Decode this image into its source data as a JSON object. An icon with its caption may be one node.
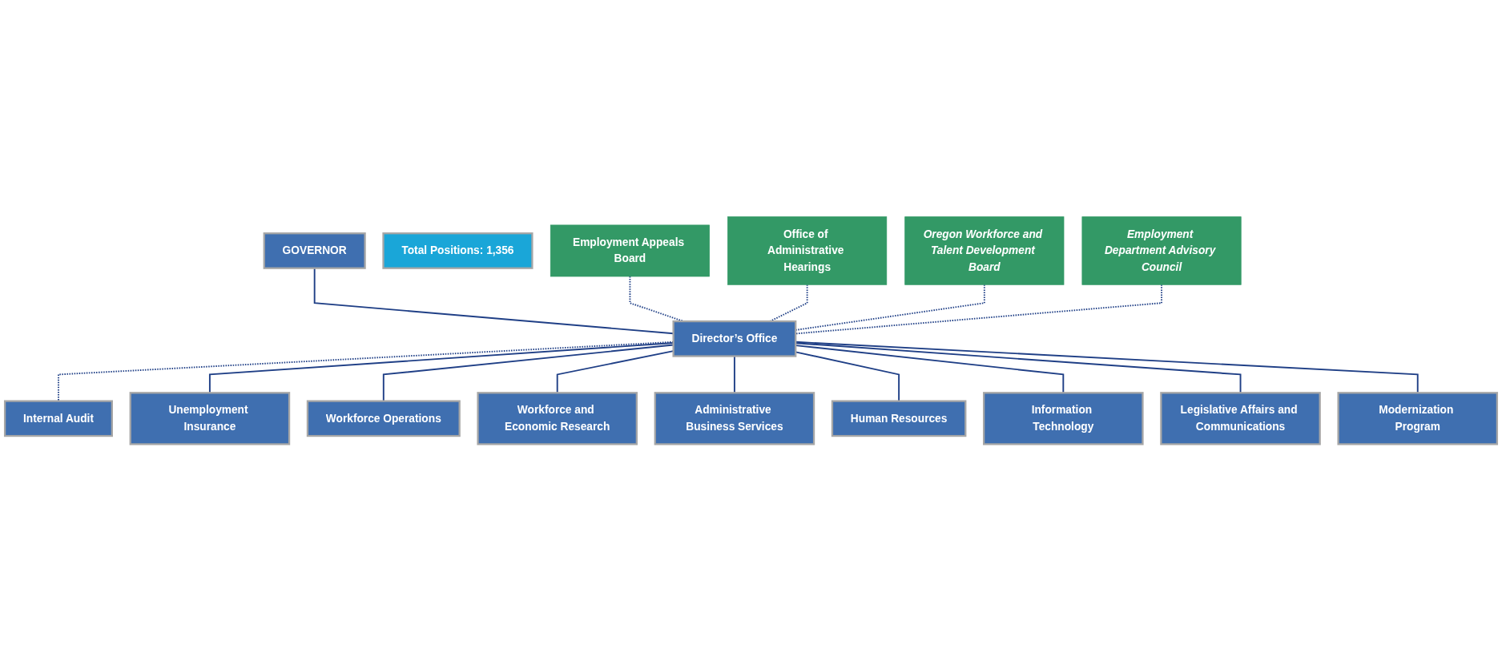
{
  "diagram": {
    "nodes": [
      {
        "text": [
          "GOVERNOR"
        ]
      },
      {
        "text": [
          "Total Positions: 1,356"
        ]
      },
      {
        "text": [
          "Employment Appeals Board"
        ]
      },
      {
        "text": [
          "Office of Administrative Hearings"
        ]
      },
      {
        "text": [
          "Oregon Workforce and Talent Development Board"
        ]
      },
      {
        "text": [
          "Employment Department Advisory Council"
        ]
      },
      {
        "text": [
          "Director’s Office"
        ]
      },
      {
        "text": [
          "Internal Audit"
        ]
      },
      {
        "text": [
          "Unemployment Insurance"
        ]
      },
      {
        "text": [
          "Workforce Operations"
        ]
      },
      {
        "text": [
          "Workforce and Economic Research"
        ]
      },
      {
        "text": [
          "Administrative Business Services"
        ]
      },
      {
        "text": [
          "Human Resources"
        ]
      },
      {
        "text": [
          "Information Technology"
        ]
      },
      {
        "text": [
          "Legislative Affairs and Communications"
        ]
      },
      {
        "text": [
          "Modernization Program"
        ]
      }
    ],
    "edges": [
      {
        "from": 0,
        "to": 6,
        "arrow": "none"
      },
      {
        "from": 2,
        "to": 6,
        "arrow": "none",
        "style": "dashed"
      },
      {
        "from": 3,
        "to": 6,
        "arrow": "none",
        "style": "dashed"
      },
      {
        "from": 4,
        "to": 6,
        "arrow": "none",
        "style": "dashed"
      },
      {
        "from": 5,
        "to": 6,
        "arrow": "none",
        "style": "dashed"
      },
      {
        "from": 6,
        "to": 7,
        "arrow": "none",
        "style": "dashed"
      },
      {
        "from": 6,
        "to": 8,
        "arrow": "none"
      },
      {
        "from": 6,
        "to": 9,
        "arrow": "none"
      },
      {
        "from": 6,
        "to": 10,
        "arrow": "none"
      },
      {
        "from": 6,
        "to": 11,
        "arrow": "none"
      },
      {
        "from": 6,
        "to": 12,
        "arrow": "none"
      },
      {
        "from": 6,
        "to": 13,
        "arrow": "none"
      },
      {
        "from": 6,
        "to": 14,
        "arrow": "none"
      },
      {
        "from": 6,
        "to": 15,
        "arrow": "none"
      }
    ]
  }
}
